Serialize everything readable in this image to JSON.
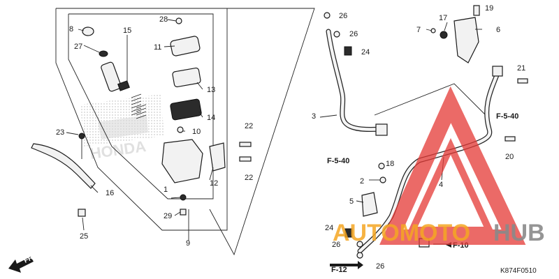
{
  "diagram": {
    "code": "K874F0510",
    "fr_label": "FR.",
    "part_numbers": [
      "1",
      "2",
      "3",
      "4",
      "5",
      "6",
      "7",
      "8",
      "9",
      "10",
      "11",
      "12",
      "13",
      "14",
      "15",
      "16",
      "17",
      "18",
      "19",
      "20",
      "21",
      "22",
      "22",
      "23",
      "24",
      "24",
      "25",
      "26",
      "26",
      "26",
      "26",
      "27",
      "28",
      "29"
    ],
    "refs": [
      "F-5-40",
      "F-5-40",
      "F-10",
      "F-12"
    ]
  },
  "watermark": {
    "brand_left": "AUTOMOTO",
    "brand_right": "HUB",
    "colors": {
      "red": "#e53935",
      "orange": "#f5a623",
      "gray": "#8a8a8a"
    }
  },
  "left_watermark": "HONDA"
}
